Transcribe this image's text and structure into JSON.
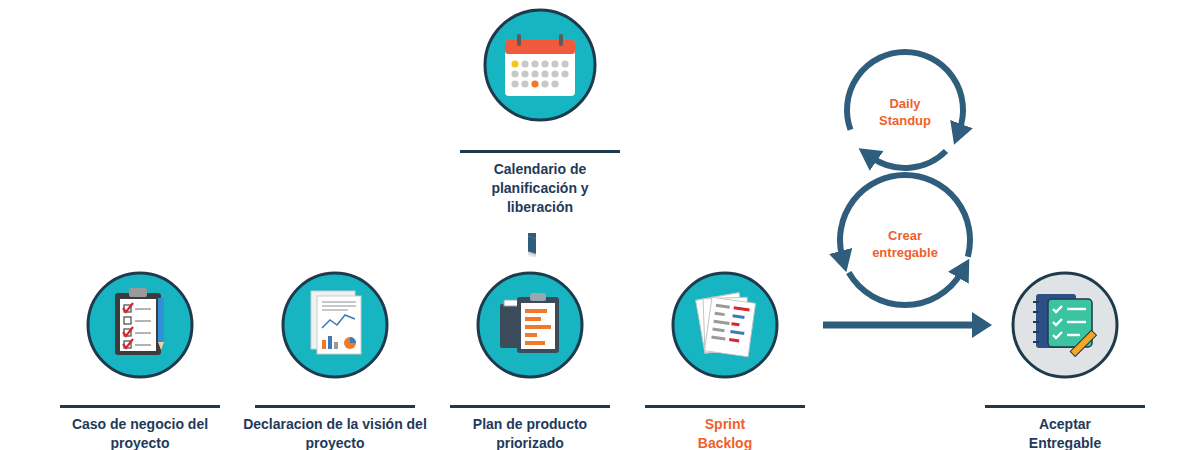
{
  "diagram": {
    "nodes": [
      {
        "text": [
          "Caso de negocio del proyecto"
        ]
      },
      {
        "text": [
          "Declaracion de la visión del proyecto"
        ]
      },
      {
        "text": [
          "Plan de producto priorizado"
        ]
      },
      {
        "text": [
          "Calendario de planificación y liberación"
        ]
      },
      {
        "text": [
          "Sprint Backlog"
        ]
      },
      {
        "text": [
          "Aceptar Entregable"
        ]
      }
    ],
    "edges": [
      {
        "from": 0,
        "to": 1,
        "arrow": "to"
      },
      {
        "from": 1,
        "to": 2,
        "arrow": "to"
      },
      {
        "from": 2,
        "to": 3,
        "arrow": "to"
      },
      {
        "from": 2,
        "to": 4,
        "arrow": "to"
      },
      {
        "from": 4,
        "to": 5,
        "arrow": "to"
      }
    ],
    "labels": [
      "Daily Standup",
      "Crear entregable"
    ]
  }
}
